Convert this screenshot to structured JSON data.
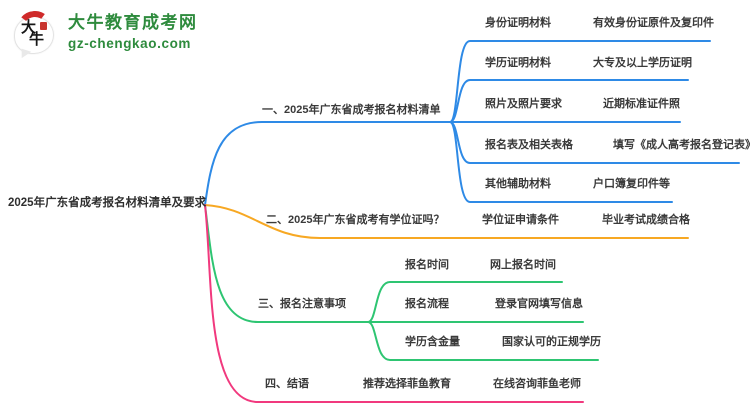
{
  "logo": {
    "icon_char_1": "大",
    "icon_char_2": "牛",
    "site_name": "大牛教育成考网",
    "site_url": "gz-chengkao.com"
  },
  "colors": {
    "blue": "#2e8ae6",
    "orange": "#f7a823",
    "green": "#2ec572",
    "pink": "#f1397e",
    "logo_green": "#2e8b3d"
  },
  "root": {
    "label": "2025年广东省成考报名材料清单及要求"
  },
  "branches": [
    {
      "label": "一、2025年广东省成考报名材料清单",
      "color": "#2e8ae6",
      "children": [
        {
          "label": "身份证明材料",
          "leaf": "有效身份证原件及复印件"
        },
        {
          "label": "学历证明材料",
          "leaf": "大专及以上学历证明"
        },
        {
          "label": "照片及照片要求",
          "leaf": "近期标准证件照"
        },
        {
          "label": "报名表及相关表格",
          "leaf": "填写《成人高考报名登记表》"
        },
        {
          "label": "其他辅助材料",
          "leaf": "户口簿复印件等"
        }
      ]
    },
    {
      "label": "二、2025年广东省成考有学位证吗？",
      "color": "#f7a823",
      "children": [
        {
          "label": "学位证申请条件",
          "leaf": "毕业考试成绩合格"
        }
      ]
    },
    {
      "label": "三、报名注意事项",
      "color": "#2ec572",
      "children": [
        {
          "label": "报名时间",
          "leaf": "网上报名时间"
        },
        {
          "label": "报名流程",
          "leaf": "登录官网填写信息"
        },
        {
          "label": "学历含金量",
          "leaf": "国家认可的正规学历"
        }
      ]
    },
    {
      "label": "四、结语",
      "color": "#f1397e",
      "children": [
        {
          "label": "推荐选择菲鱼教育",
          "leaf": "在线咨询菲鱼老师"
        }
      ]
    }
  ]
}
